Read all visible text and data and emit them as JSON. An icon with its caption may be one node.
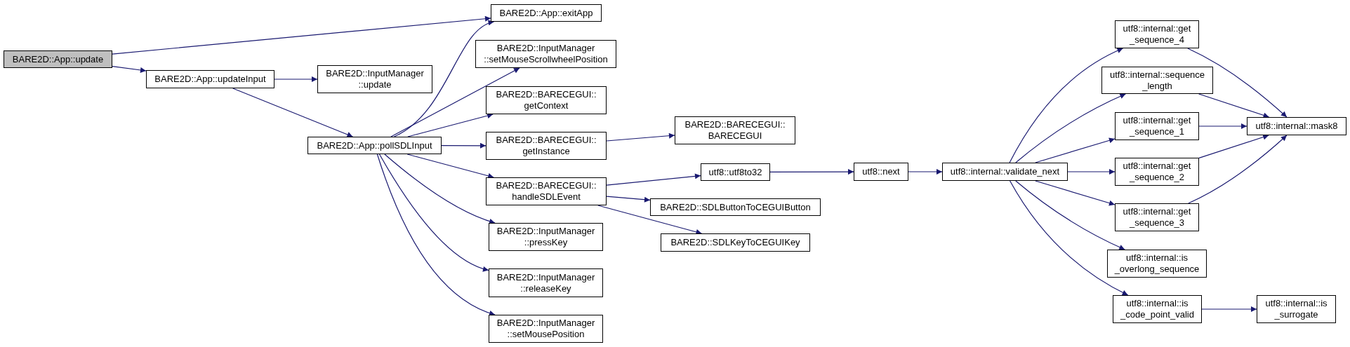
{
  "diagram": {
    "nodes": [
      {
        "text": [
          "BARE2D::App::update"
        ]
      },
      {
        "text": [
          "BARE2D::App::updateInput"
        ]
      },
      {
        "text": [
          "BARE2D::InputManager ::update"
        ]
      },
      {
        "text": [
          "BARE2D::App::pollSDLInput"
        ]
      },
      {
        "text": [
          "BARE2D::App::exitApp"
        ]
      },
      {
        "text": [
          "BARE2D::InputManager ::setMouseScrollwheelPosition"
        ]
      },
      {
        "text": [
          "BARE2D::BARECEGUI:: getContext"
        ]
      },
      {
        "text": [
          "BARE2D::BARECEGUI:: getInstance"
        ]
      },
      {
        "text": [
          "BARE2D::BARECEGUI:: BARECEGUI"
        ]
      },
      {
        "text": [
          "BARE2D::BARECEGUI:: handleSDLEvent"
        ]
      },
      {
        "text": [
          "utf8::utf8to32"
        ]
      },
      {
        "text": [
          "BARE2D::SDLButtonToCEGUIButton"
        ]
      },
      {
        "text": [
          "BARE2D::SDLKeyToCEGUIKey"
        ]
      },
      {
        "text": [
          "BARE2D::InputManager ::pressKey"
        ]
      },
      {
        "text": [
          "BARE2D::InputManager ::releaseKey"
        ]
      },
      {
        "text": [
          "BARE2D::InputManager ::setMousePosition"
        ]
      },
      {
        "text": [
          "utf8::next"
        ]
      },
      {
        "text": [
          "utf8::internal::validate_next"
        ]
      },
      {
        "text": [
          "utf8::internal::get _sequence_4"
        ]
      },
      {
        "text": [
          "utf8::internal::sequence _length"
        ]
      },
      {
        "text": [
          "utf8::internal::get _sequence_1"
        ]
      },
      {
        "text": [
          "utf8::internal::get _sequence_2"
        ]
      },
      {
        "text": [
          "utf8::internal::get _sequence_3"
        ]
      },
      {
        "text": [
          "utf8::internal::is _overlong_sequence"
        ]
      },
      {
        "text": [
          "utf8::internal::is _code_point_valid"
        ]
      },
      {
        "text": [
          "utf8::internal::mask8"
        ]
      },
      {
        "text": [
          "utf8::internal::is _surrogate"
        ]
      }
    ],
    "edges": [
      {
        "from": 0,
        "to": 4,
        "arrow": "to"
      },
      {
        "from": 0,
        "to": 1,
        "arrow": "to"
      },
      {
        "from": 1,
        "to": 2,
        "arrow": "to"
      },
      {
        "from": 1,
        "to": 3,
        "arrow": "to"
      },
      {
        "from": 3,
        "to": 4,
        "arrow": "to"
      },
      {
        "from": 3,
        "to": 5,
        "arrow": "to"
      },
      {
        "from": 3,
        "to": 6,
        "arrow": "to"
      },
      {
        "from": 3,
        "to": 7,
        "arrow": "to"
      },
      {
        "from": 3,
        "to": 9,
        "arrow": "to"
      },
      {
        "from": 3,
        "to": 13,
        "arrow": "to"
      },
      {
        "from": 3,
        "to": 14,
        "arrow": "to"
      },
      {
        "from": 3,
        "to": 15,
        "arrow": "to"
      },
      {
        "from": 7,
        "to": 8,
        "arrow": "to"
      },
      {
        "from": 9,
        "to": 10,
        "arrow": "to"
      },
      {
        "from": 9,
        "to": 11,
        "arrow": "to"
      },
      {
        "from": 9,
        "to": 12,
        "arrow": "to"
      },
      {
        "from": 10,
        "to": 16,
        "arrow": "to"
      },
      {
        "from": 16,
        "to": 17,
        "arrow": "to"
      },
      {
        "from": 17,
        "to": 18,
        "arrow": "to"
      },
      {
        "from": 17,
        "to": 19,
        "arrow": "to"
      },
      {
        "from": 17,
        "to": 20,
        "arrow": "to"
      },
      {
        "from": 17,
        "to": 21,
        "arrow": "to"
      },
      {
        "from": 17,
        "to": 22,
        "arrow": "to"
      },
      {
        "from": 17,
        "to": 23,
        "arrow": "to"
      },
      {
        "from": 17,
        "to": 24,
        "arrow": "to"
      },
      {
        "from": 18,
        "to": 25,
        "arrow": "to"
      },
      {
        "from": 19,
        "to": 25,
        "arrow": "to"
      },
      {
        "from": 20,
        "to": 25,
        "arrow": "to"
      },
      {
        "from": 21,
        "to": 25,
        "arrow": "to"
      },
      {
        "from": 22,
        "to": 25,
        "arrow": "to"
      },
      {
        "from": 24,
        "to": 26,
        "arrow": "to"
      }
    ]
  }
}
